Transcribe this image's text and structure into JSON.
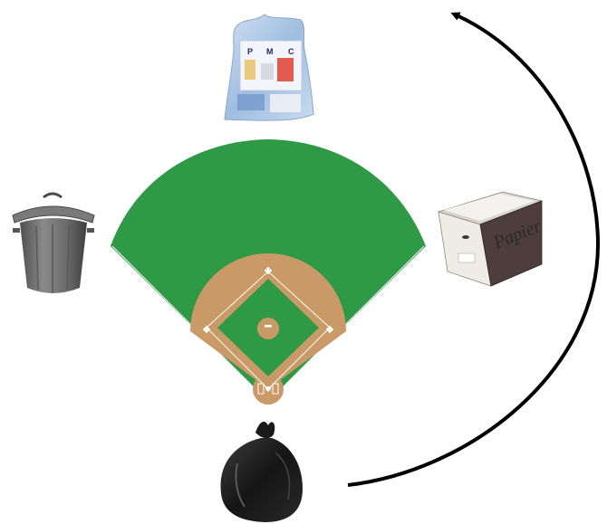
{
  "diagram": {
    "items": [
      {
        "id": "pmc-bag",
        "label_letters": [
          "P",
          "M",
          "C"
        ],
        "icon": "recycling-bag-icon"
      },
      {
        "id": "paper-box",
        "label": "Papier",
        "icon": "paper-box-icon"
      },
      {
        "id": "black-bag",
        "icon": "garbage-bag-icon"
      },
      {
        "id": "gray-bin",
        "icon": "trash-can-icon"
      }
    ],
    "center": {
      "icon": "baseball-field-icon"
    },
    "arrow": {
      "direction": "counterclockwise",
      "from": "black-bag",
      "to": "pmc-bag"
    }
  },
  "colors": {
    "grass": "#2e9a45",
    "infield_dirt": "#c99a66",
    "bin_gray": "#6f6f6f",
    "bag_black": "#1e1e1e",
    "arrow": "#000000"
  }
}
